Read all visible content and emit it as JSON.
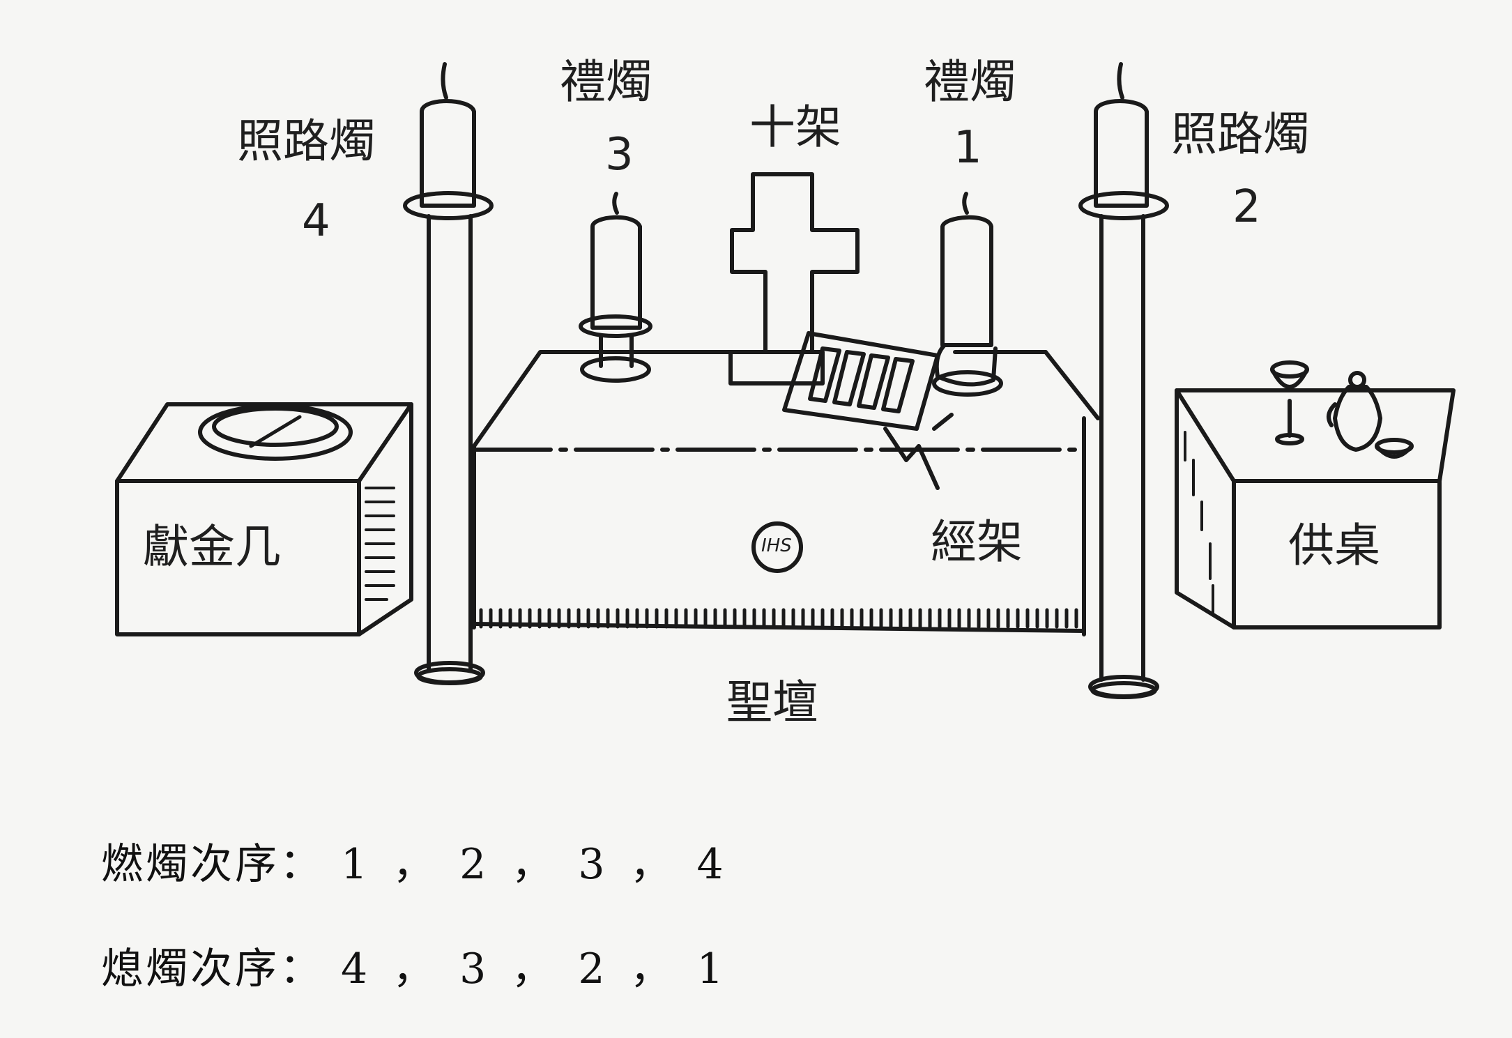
{
  "labels": {
    "path_candle_4": "照路燭",
    "path_candle_4_num": "4",
    "rite_candle_3": "禮燭",
    "rite_candle_3_num": "3",
    "cross": "十架",
    "rite_candle_1": "禮燭",
    "rite_candle_1_num": "1",
    "path_candle_2": "照路燭",
    "path_candle_2_num": "2",
    "offering_stand": "獻金几",
    "book_stand": "經架",
    "offering_table": "供桌",
    "altar": "聖壇"
  },
  "sequences": {
    "lighting_label": "燃燭次序：",
    "lighting_order": "1，2，3，4",
    "extinguish_label": "熄燭次序：",
    "extinguish_order": "4，3，2，1"
  },
  "emblem_text": "IHS",
  "colors": {
    "ink": "#1a1a1a",
    "paper": "#f6f6f4"
  }
}
